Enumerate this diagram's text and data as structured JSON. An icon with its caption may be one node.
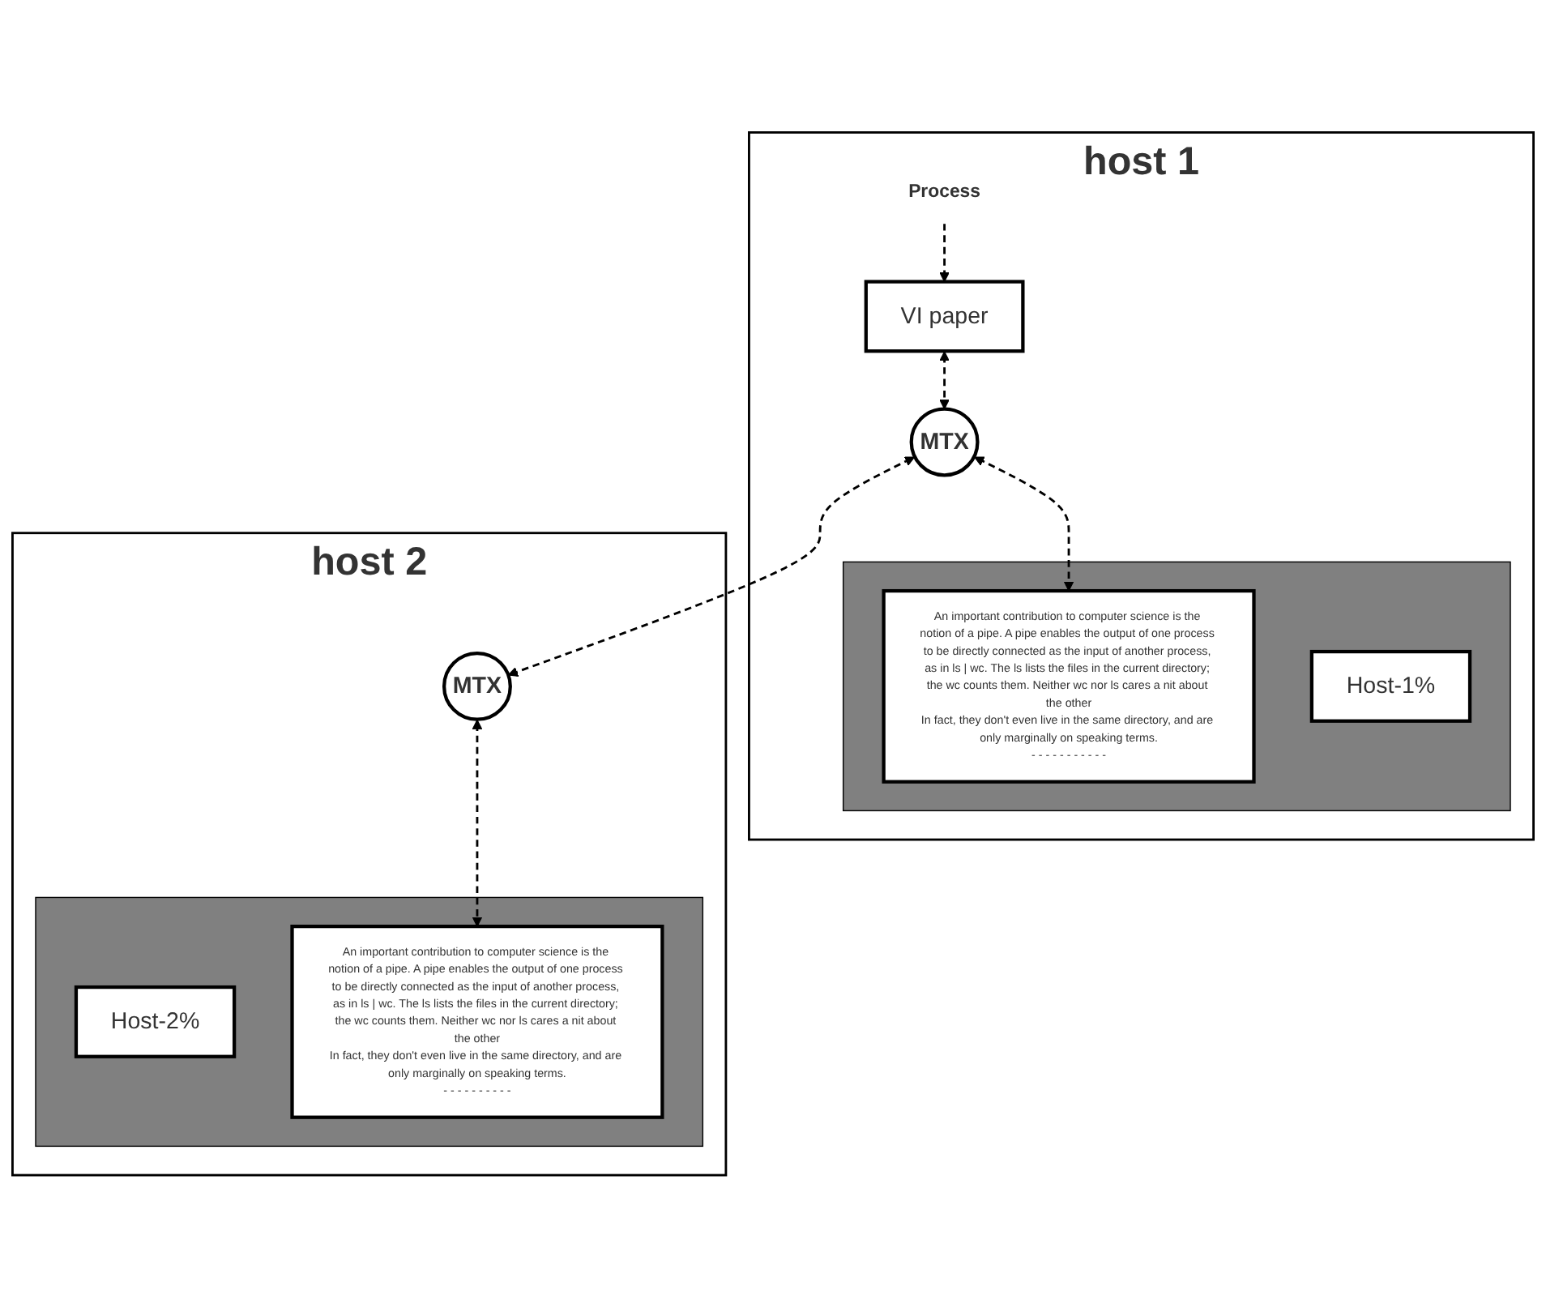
{
  "diagram": {
    "nodes": [
      {
        "text": [
          "host 1"
        ]
      },
      {
        "text": [
          "Process"
        ],
        "in": 0
      },
      {
        "text": [
          "VI paper"
        ],
        "in": 0
      },
      {
        "text": [
          "MTX"
        ],
        "in": 0
      },
      {
        "text": [],
        "shape": "box",
        "in": 0
      },
      {
        "text": [
          "An important contribution to computer science is the notion of a pipe. A pipe enables the output of one process to be directly connected as the input of another process, as in ls | wc. The ls lists the files in the current directory; the wc counts them. Neither wc nor ls cares a nit about the other",
          "In fact, they don't even live in the same directory, and are only marginally on speaking terms.",
          "- - - - - - - - - - -"
        ],
        "in": 4
      },
      {
        "text": [
          "Host-1%"
        ],
        "in": 4
      },
      {
        "text": [
          "host 2"
        ]
      },
      {
        "text": [
          "MTX"
        ],
        "in": 7
      },
      {
        "text": [],
        "shape": "box",
        "in": 7
      },
      {
        "text": [
          "Host-2%"
        ],
        "in": 9
      },
      {
        "text": [
          "An important contribution to computer science is the notion of a pipe. A pipe enables the output of one process to be directly connected as the input of another process, as in ls | wc. The ls lists the files in the current directory; the wc counts them. Neither wc nor ls cares a nit about the other",
          "In fact, they don't even live in the same directory, and are only marginally on speaking terms.",
          "- - - - - - - - - -"
        ],
        "in": 9
      }
    ],
    "edges": [
      {
        "from": 1,
        "to": 2,
        "arrow": "to",
        "style": "dashed"
      },
      {
        "from": 2,
        "to": 3,
        "arrow": "both",
        "style": "dashed"
      },
      {
        "from": 3,
        "to": 5,
        "arrow": "both",
        "style": "dashed"
      },
      {
        "from": 3,
        "to": 8,
        "arrow": "both",
        "style": "dashed"
      },
      {
        "from": 8,
        "to": 11,
        "arrow": "both",
        "style": "dashed"
      }
    ]
  }
}
